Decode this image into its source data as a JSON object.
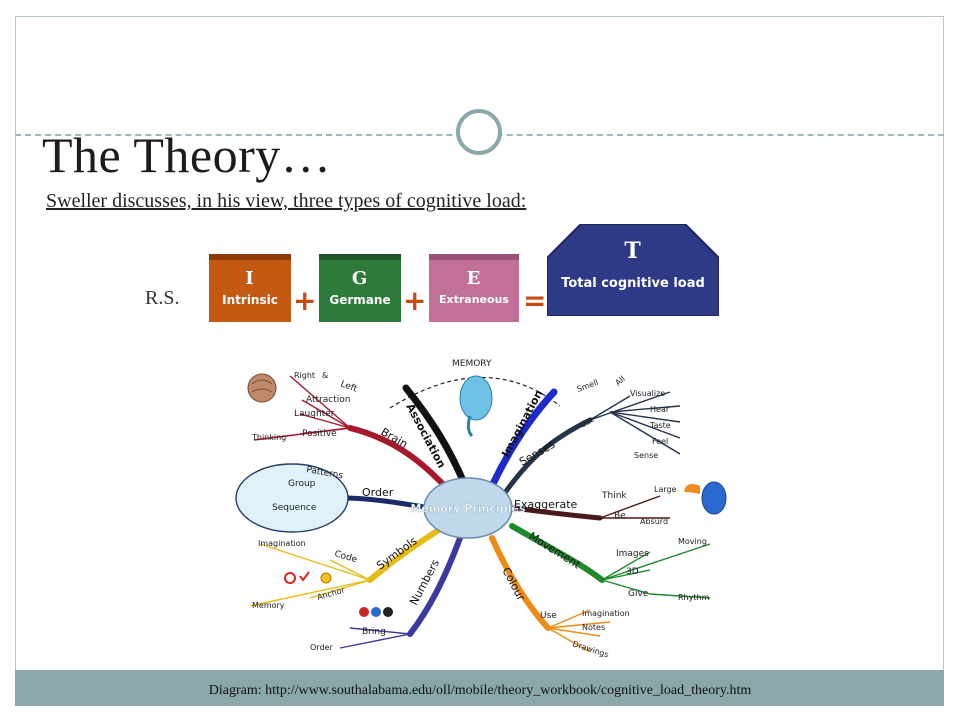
{
  "slide": {
    "title": "The Theory…",
    "subtitle": "Sweller discusses, in his view, three types of cognitive load:",
    "rs_label": "R.S."
  },
  "equation": {
    "intrinsic": {
      "letter": "I",
      "word": "Intrinsic"
    },
    "germane": {
      "letter": "G",
      "word": "Germane"
    },
    "extraneous": {
      "letter": "E",
      "word": "Extraneous"
    },
    "total": {
      "letter": "T",
      "word": "Total cognitive load"
    },
    "plus": "+",
    "equals": "="
  },
  "mindmap": {
    "center": "Memory Principles",
    "top_label": "MEMORY",
    "branches": {
      "association": "Association",
      "imagination": "Imagination",
      "brain": "Brain",
      "senses": "Senses",
      "order": "Order",
      "exaggerate": "Exaggerate",
      "symbols": "Symbols",
      "movement": "Movement",
      "numbers": "Numbers",
      "colour": "Colour"
    },
    "brain_items": [
      "Right",
      "&",
      "Left",
      "Attraction",
      "Laughter",
      "Positive",
      "Thinking"
    ],
    "senses_items": [
      "Smell",
      "All",
      "Use",
      "Visualize",
      "Hear",
      "Taste",
      "Feel",
      "Sense"
    ],
    "order_items": [
      "Patterns",
      "Group",
      "Sequence"
    ],
    "exaggerate_items": [
      "Think",
      "Large",
      "Be",
      "Absurd"
    ],
    "symbols_items": [
      "Imagination",
      "Code",
      "Anchor",
      "Memory"
    ],
    "movement_items": [
      "Images",
      "Moving",
      "3D",
      "Give",
      "Rhythm"
    ],
    "numbers_items": [
      "Bring",
      "Order"
    ],
    "colour_items": [
      "Use",
      "Imagination",
      "Notes",
      "Drawings"
    ]
  },
  "footer": {
    "caption": "Diagram: http://www.southalabama.edu/oll/mobile/theory_workbook/cognitive_load_theory.htm"
  },
  "colors": {
    "accent": "#8aa8aa",
    "intrinsic": "#c45a12",
    "germane": "#2e7a3a",
    "extraneous": "#c17197",
    "total": "#2e3a86",
    "operator": "#c64a11"
  }
}
